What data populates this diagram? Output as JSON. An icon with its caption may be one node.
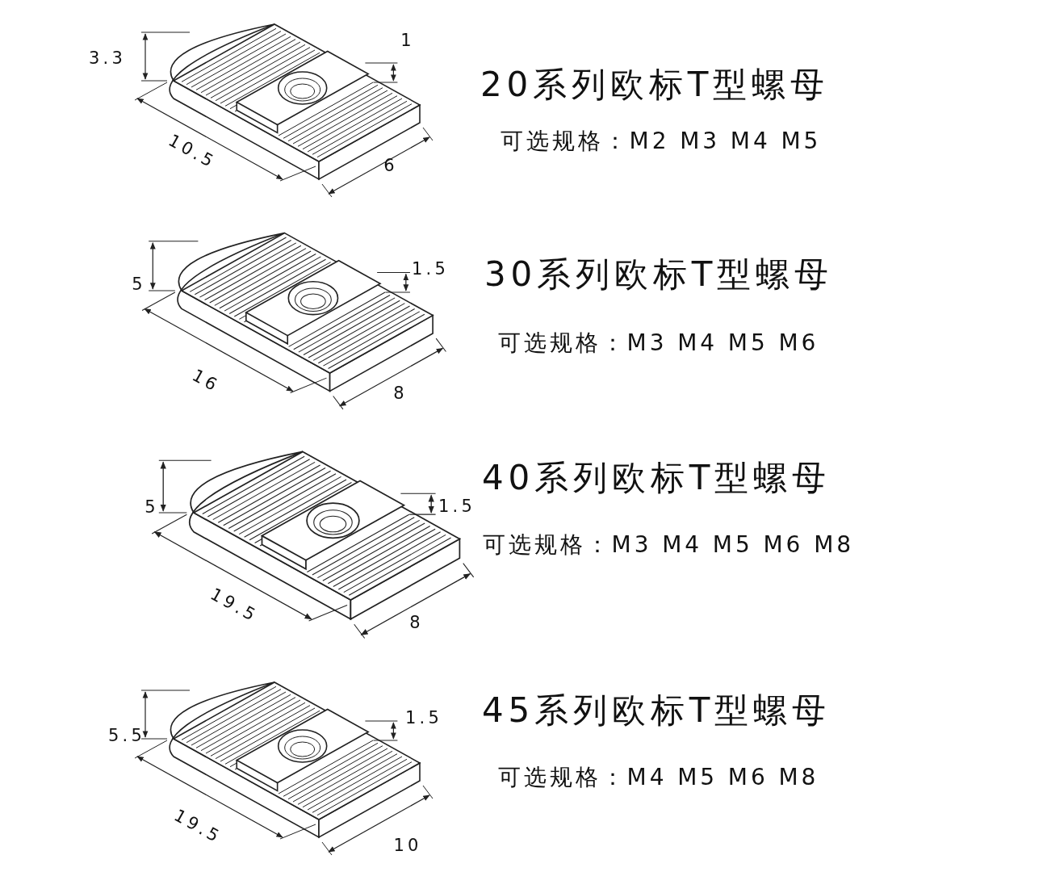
{
  "diagram": {
    "labels": [
      "3.3",
      "1",
      "20系列欧标T型螺母",
      "可选规格：M2 M3 M4 M5",
      "10.5",
      "6",
      "5",
      "1.5",
      "30系列欧标T型螺母",
      "可选规格：M3 M4 M5 M6",
      "16",
      "8",
      "5",
      "1.5",
      "40系列欧标T型螺母",
      "可选规格：M3 M4 M5 M6 M8",
      "19.5",
      "8",
      "5.5",
      "1.5",
      "45系列欧标T型螺母",
      "可选规格：M4 M5 M6 M8",
      "19.5",
      "10"
    ]
  }
}
